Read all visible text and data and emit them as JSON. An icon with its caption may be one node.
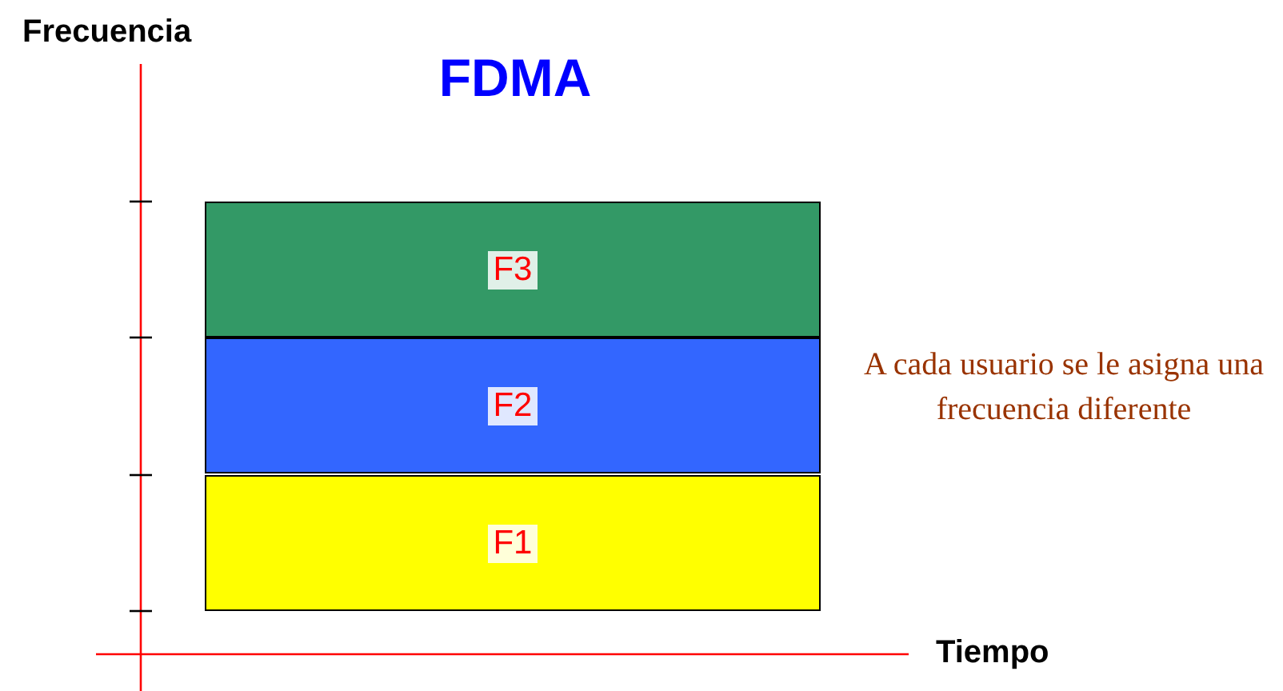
{
  "diagram": {
    "title": "FDMA",
    "nodes": [
      {
        "text": [
          "F3"
        ]
      },
      {
        "text": [
          "F2"
        ]
      },
      {
        "text": [
          "F1"
        ]
      }
    ],
    "labels": [
      "Frecuencia",
      "A cada usuario se le asigna una frecuencia diferente",
      "Tiempo"
    ]
  }
}
